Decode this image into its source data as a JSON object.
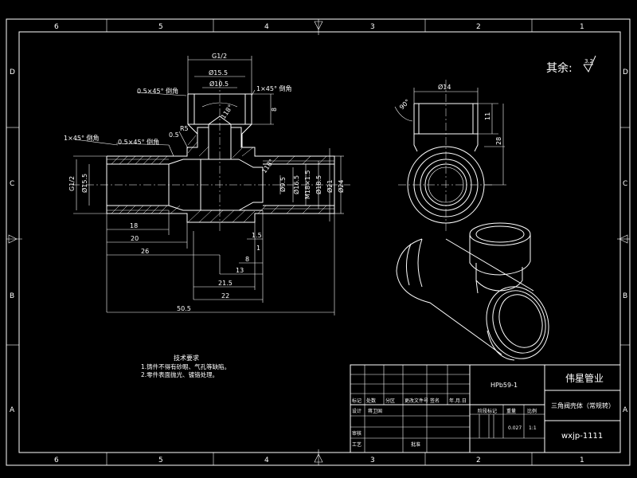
{
  "zones_top": [
    "6",
    "5",
    "4",
    "3",
    "2",
    "1"
  ],
  "zones_bottom": [
    "6",
    "5",
    "4",
    "3",
    "2",
    "1"
  ],
  "zones_left": [
    "D",
    "C",
    "B",
    "A"
  ],
  "zones_right": [
    "D",
    "C",
    "B",
    "A"
  ],
  "roughness": {
    "label": "其余:",
    "value": "3.2"
  },
  "front_view": {
    "g12_top": "G1/2",
    "d155_top": "Ø15.5",
    "d105_top": "Ø10.5",
    "chamfer_top_left": "0.5×45° 倒角",
    "chamfer_top_right": "1×45° 倒角",
    "angle_118": "118°",
    "dim_8_right": "8",
    "r5": "R5",
    "r05": "0.5",
    "chamfer_left_1": "1×45° 倒角",
    "chamfer_left_2": "0.5×45° 倒角",
    "g12_left": "G1/2",
    "d155_left": "Ø15.5",
    "angle_118_right": "118°",
    "d95": "Ø9.5",
    "d165": "Ø16.5",
    "m18": "M18×1.5",
    "d185": "Ø18.5",
    "d21": "Ø21",
    "d24": "Ø24",
    "dim_18": "18",
    "dim_20": "20",
    "dim_26": "26",
    "dim_1_5": "1.5",
    "dim_1": "1",
    "dim_8": "8",
    "dim_13": "13",
    "dim_21_5": "21.5",
    "dim_22": "22",
    "dim_50_5": "50.5"
  },
  "side_view": {
    "d14": "Ø14",
    "angle_90": "90°",
    "dim_11": "11",
    "dim_28": "28"
  },
  "tech_requirements": {
    "title": "技术要求",
    "lines": [
      "1.铸件不得有砂眼、气孔等缺陷。",
      "2.零件表面抛光、镀铬处理。"
    ]
  },
  "title_block": {
    "material": "HPb59-1",
    "company": "伟星管业",
    "part_name": "三角阀壳体（常规转）",
    "drawing_no": "wxjp-1111",
    "row_labels": [
      "标记",
      "处数",
      "分区",
      "更改文件号",
      "签名",
      "年.月.日"
    ],
    "design_label": "设计",
    "designer": "蒋卫国",
    "check_label": "审核",
    "process_label": "工艺",
    "approve_label": "批准",
    "stage_label": "阶段标记",
    "weight_label": "重量",
    "scale_label": "比例",
    "weight": "0.027",
    "scale": "1:1"
  }
}
